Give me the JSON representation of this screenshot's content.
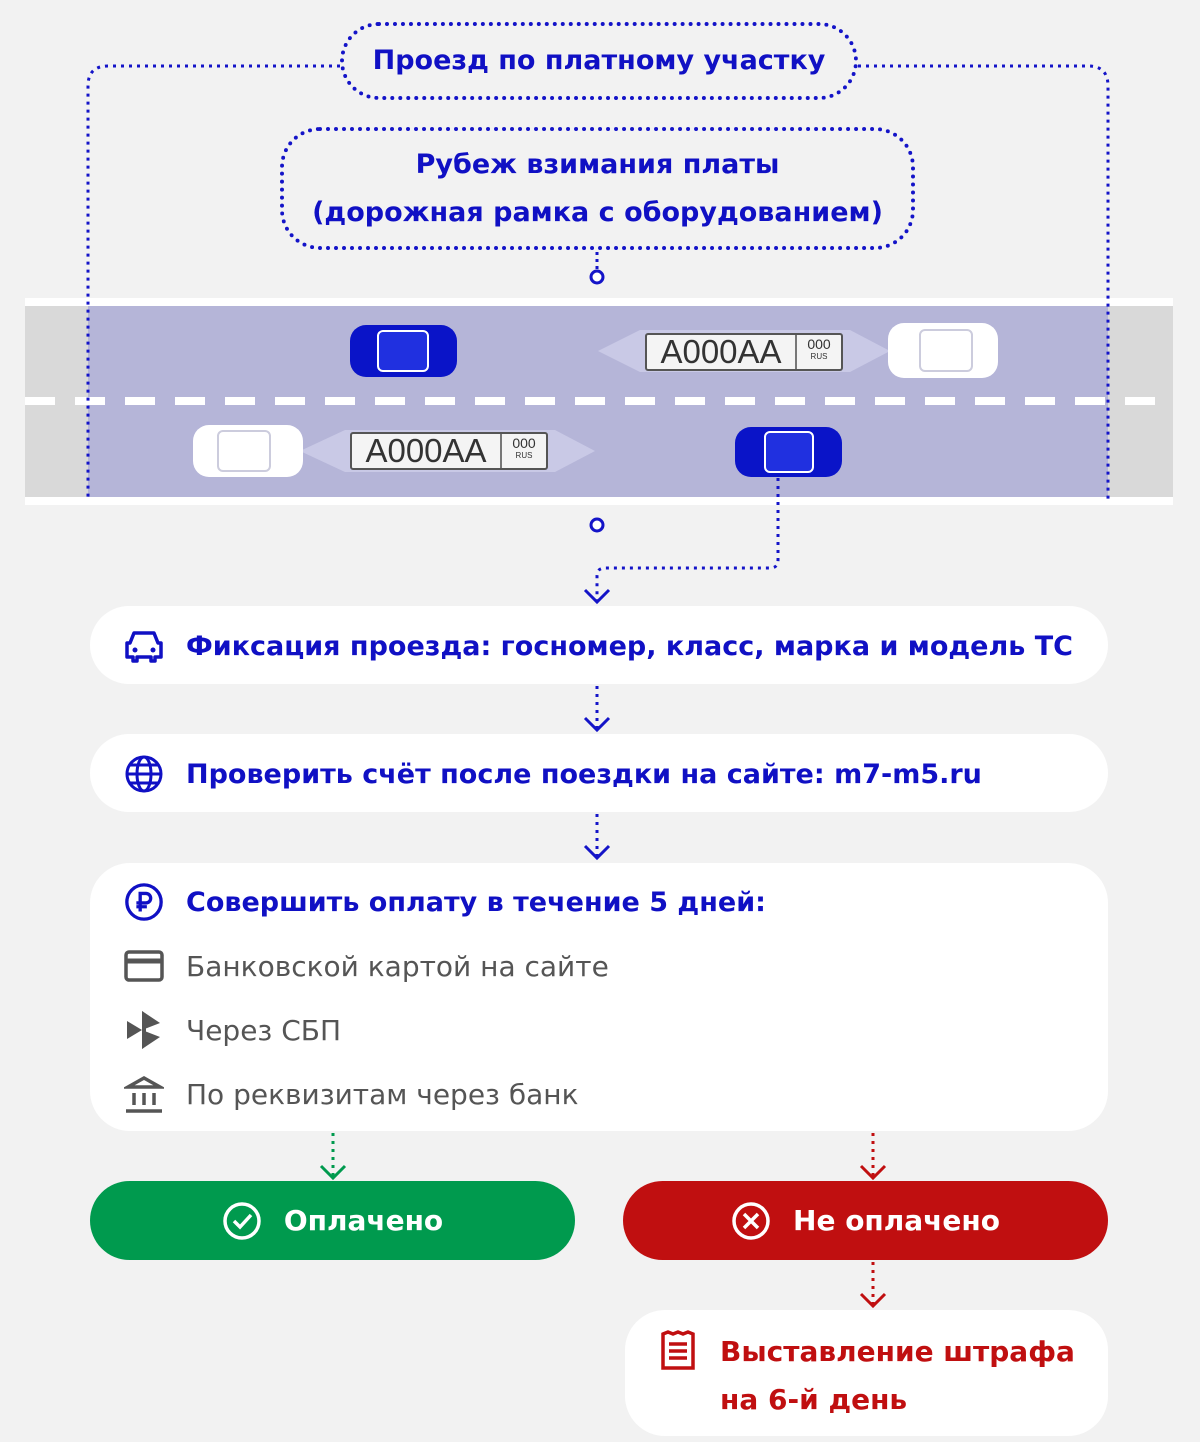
{
  "title": "Проезд по платному участку",
  "gantry": {
    "line1": "Рубеж взимания платы",
    "line2": "(дорожная рамка с оборудованием)"
  },
  "plates": [
    {
      "number": "A000AA",
      "region": "000",
      "country": "RUS"
    },
    {
      "number": "A000AA",
      "region": "000",
      "country": "RUS"
    }
  ],
  "steps": {
    "fixation": {
      "icon": "car-icon",
      "text": "Фиксация проезда: госномер, класс, марка и модель ТС"
    },
    "check": {
      "icon": "globe-icon",
      "text": "Проверить счёт после поездки на сайте: m7-m5.ru"
    },
    "payment": {
      "icon": "ruble-icon",
      "title": "Совершить оплату в течение 5 дней:",
      "methods": [
        {
          "icon": "card-icon",
          "text": "Банковской картой на сайте"
        },
        {
          "icon": "sbp-icon",
          "text": "Через СБП"
        },
        {
          "icon": "bank-icon",
          "text": "По реквизитам через банк"
        }
      ]
    }
  },
  "outcomes": {
    "paid": {
      "icon": "check-circle-icon",
      "label": "Оплачено"
    },
    "unpaid": {
      "icon": "x-circle-icon",
      "label": "Не оплачено"
    }
  },
  "fine": {
    "icon": "receipt-icon",
    "line1": "Выставление штрафа",
    "line2": "на 6-й день"
  },
  "colors": {
    "blue": "#1010c4",
    "green": "#009a4e",
    "red": "#c00f10",
    "overlay": "#b5b5d8"
  }
}
